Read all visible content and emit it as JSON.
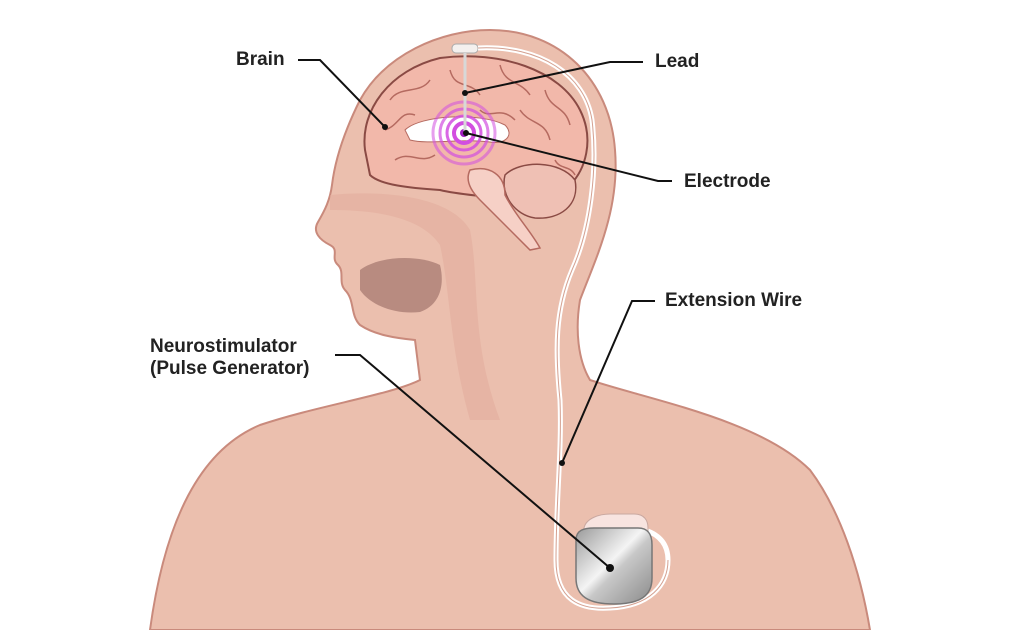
{
  "labels": {
    "brain": "Brain",
    "lead": "Lead",
    "electrode": "Electrode",
    "extension_wire": "Extension Wire",
    "neurostimulator_line1": "Neurostimulator",
    "neurostimulator_line2": "(Pulse Generator)"
  },
  "colors": {
    "skin": "#ebbfae",
    "skin_shadow": "#dca08e",
    "brain": "#f2b8aa",
    "brain_outline": "#8a4a44",
    "stimulation": "#d24ee0",
    "wire": "#ffffff",
    "leader": "#111111"
  }
}
